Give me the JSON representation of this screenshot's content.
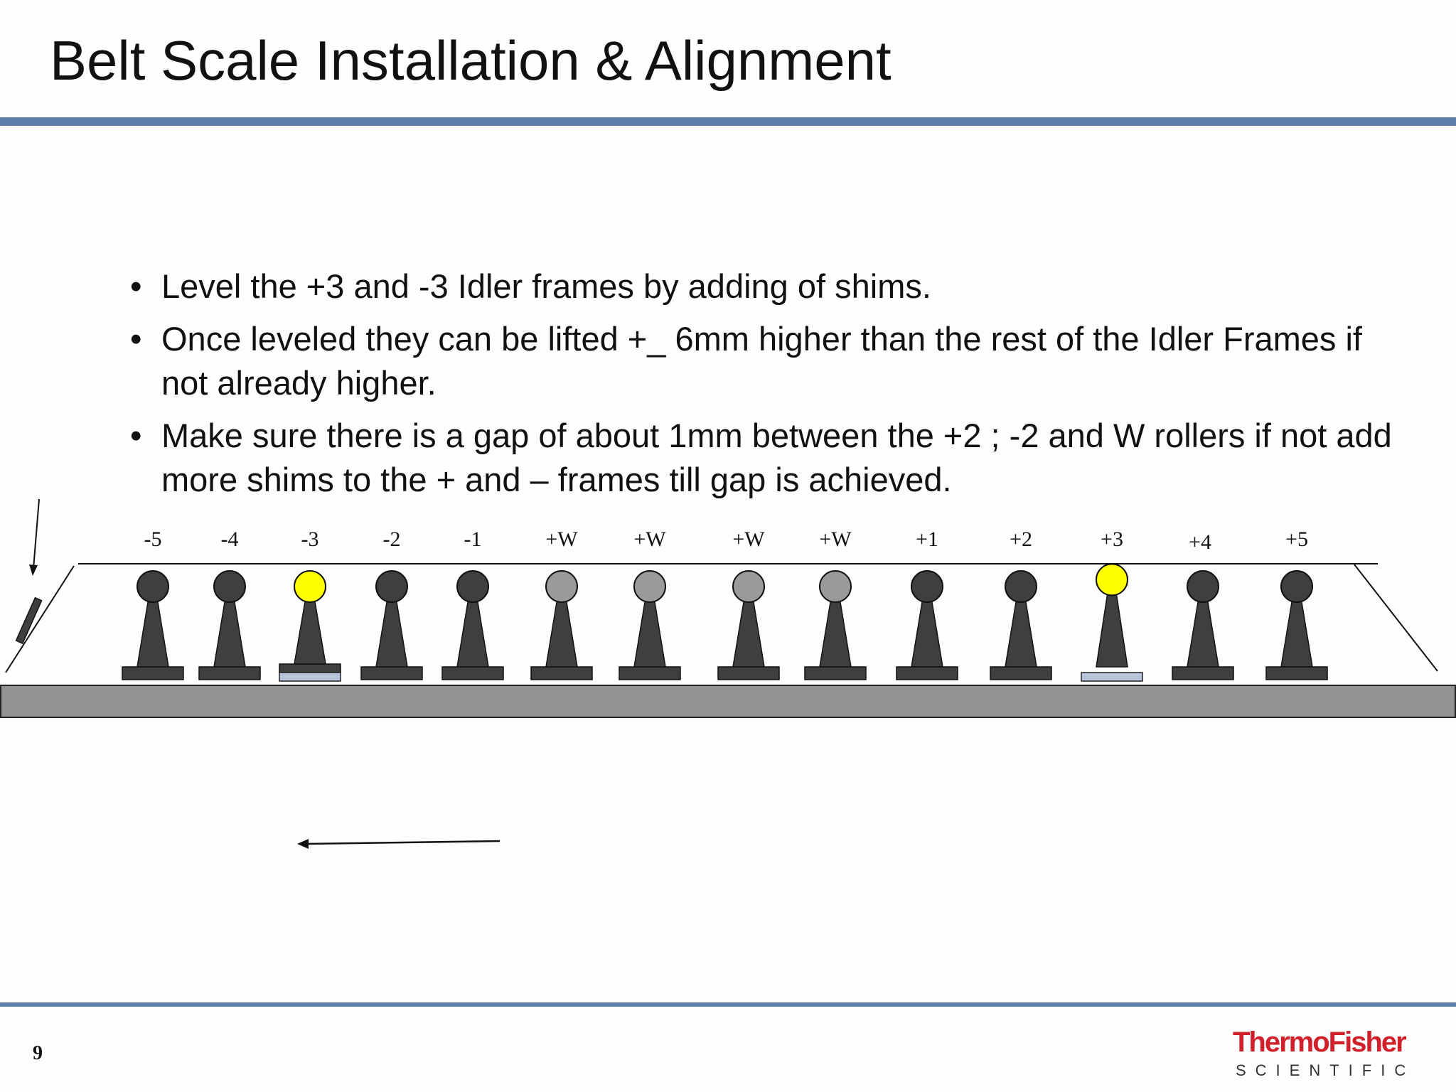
{
  "slide": {
    "title": "Belt Scale Installation & Alignment",
    "bullets": [
      "Level the +3 and -3 Idler frames by adding of shims.",
      "Once leveled they can be lifted  +_ 6mm higher than the rest of the Idler Frames if not already higher.",
      "Make sure there is a gap of about 1mm between the +2 ; -2 and W rollers if not add more shims to the + and – frames till gap is achieved."
    ],
    "page_number": "9"
  },
  "diagram": {
    "idlers": [
      {
        "label": "-5",
        "roller": "dark",
        "shim": false,
        "raised": false
      },
      {
        "label": "-4",
        "roller": "dark",
        "shim": false,
        "raised": false
      },
      {
        "label": "-3",
        "roller": "yellow",
        "shim": true,
        "raised": false
      },
      {
        "label": "-2",
        "roller": "dark",
        "shim": false,
        "raised": false
      },
      {
        "label": "-1",
        "roller": "dark",
        "shim": false,
        "raised": false
      },
      {
        "label": "+W",
        "roller": "grey",
        "shim": false,
        "raised": false
      },
      {
        "label": "+W",
        "roller": "grey",
        "shim": false,
        "raised": false
      },
      {
        "label": "+W",
        "roller": "grey",
        "shim": false,
        "raised": false
      },
      {
        "label": "+W",
        "roller": "grey",
        "shim": false,
        "raised": false
      },
      {
        "label": "+1",
        "roller": "dark",
        "shim": false,
        "raised": false
      },
      {
        "label": "+2",
        "roller": "dark",
        "shim": false,
        "raised": false
      },
      {
        "label": "+3",
        "roller": "yellow",
        "shim": true,
        "raised": true
      },
      {
        "label": "+4",
        "roller": "dark",
        "shim": false,
        "raised": false
      },
      {
        "label": "+5",
        "roller": "dark",
        "shim": false,
        "raised": false
      }
    ],
    "colors": {
      "dark": "#3f3f3f",
      "grey": "#9a9a9a",
      "yellow": "#ffff00",
      "shim": "#b8c6dc",
      "base": "#939393"
    }
  },
  "logo": {
    "name": "ThermoFisher",
    "tagline": "SCIENTIFIC",
    "color": "#d0202a"
  }
}
